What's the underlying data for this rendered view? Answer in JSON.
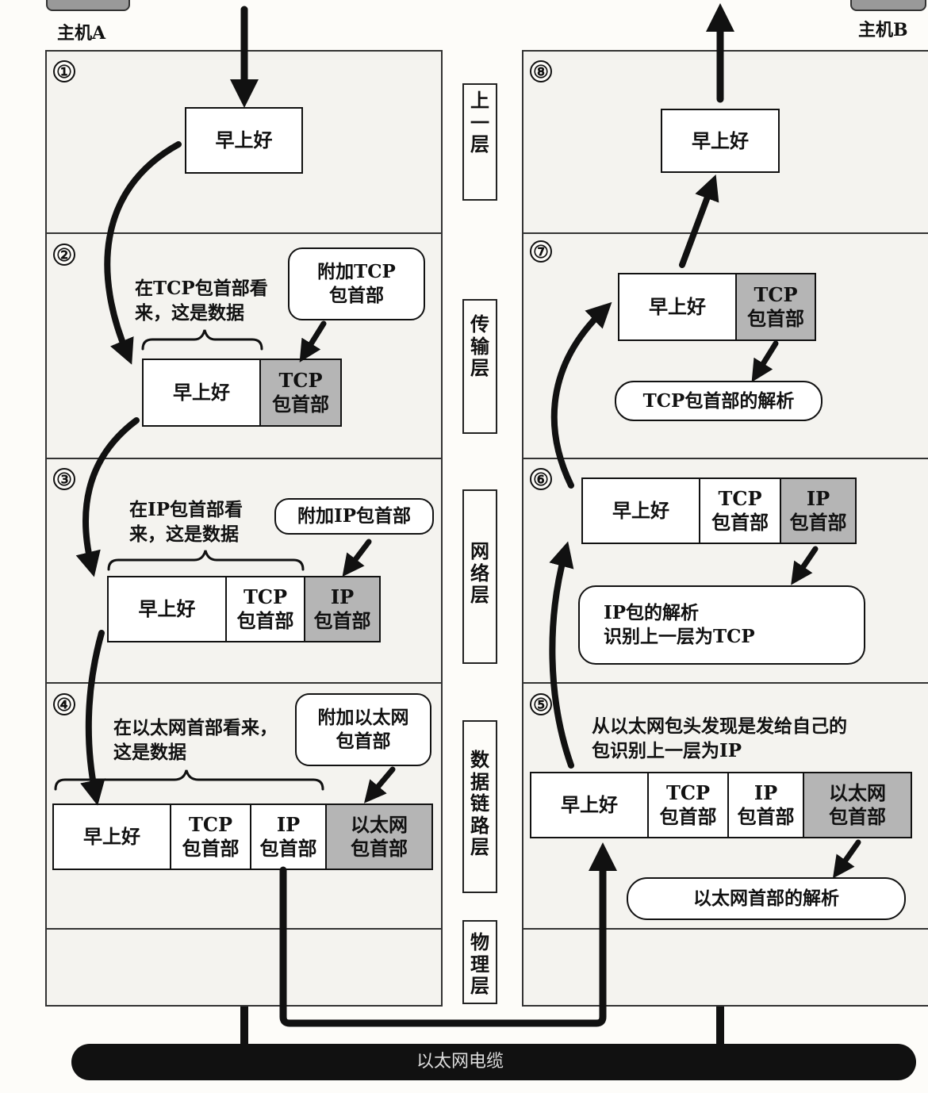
{
  "hosts": {
    "a": "主机A",
    "b": "主机B"
  },
  "layers": [
    "上一层",
    "传输层",
    "网络层",
    "数据链路层",
    "物理层"
  ],
  "cable_label": "以太网电缆",
  "steps": [
    "①",
    "②",
    "③",
    "④",
    "⑤",
    "⑥",
    "⑦",
    "⑧"
  ],
  "cells": {
    "data": "早上好",
    "tcp": "TCP\n包首部",
    "ip": "IP\n包首部",
    "eth": "以太网\n包首部"
  },
  "notes": {
    "add_tcp": "附加TCP\n包首部",
    "add_ip": "附加IP包首部",
    "add_eth": "附加以太网\n包首部",
    "parse_eth": "以太网首部的解析",
    "parse_ip": "IP包的解析\n识别上一层为TCP",
    "parse_tcp": "TCP包首部的解析"
  },
  "captions": {
    "tcp_view": "在TCP包首部看\n来，这是数据",
    "ip_view": "在IP包首部看\n来，这是数据",
    "eth_view": "在以太网首部看来，\n这是数据",
    "recv_eth": "从以太网包头发现是发给自己的\n包识别上一层为IP"
  },
  "colors": {
    "header_fill": "#b5b5b5",
    "ink": "#111111",
    "panel": "#f4f3ef"
  }
}
